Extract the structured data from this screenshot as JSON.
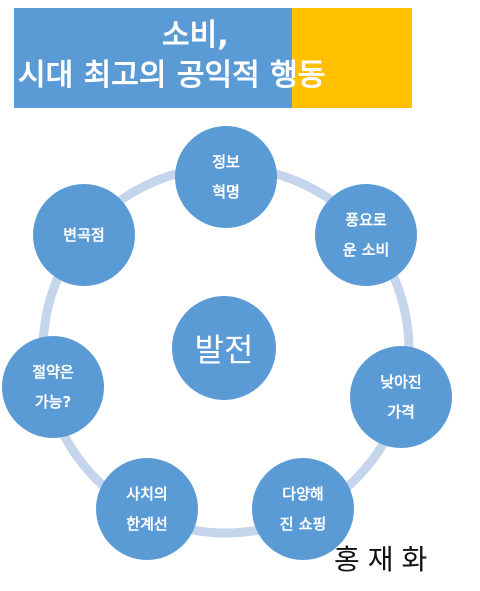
{
  "title": {
    "line1": "소비,",
    "line2": "시대 최고의 공익적 행동"
  },
  "center": {
    "label": "발전"
  },
  "nodes": [
    {
      "line1": "정보",
      "line2": "혁명"
    },
    {
      "line1": "풍요로",
      "line2": "운 소비"
    },
    {
      "line1": "낮아진",
      "line2": "가격"
    },
    {
      "line1": "다양해",
      "line2": "진 쇼핑"
    },
    {
      "line1": "사치의",
      "line2": "한계선"
    },
    {
      "line1": "절약은",
      "line2": "가능?"
    },
    {
      "line1": "변곡점",
      "line2": ""
    }
  ],
  "author": "홍재화",
  "colors": {
    "banner_blue": "#5b9bd5",
    "banner_yellow": "#ffc000",
    "node_fill": "#5b9bd5",
    "ring": "#c5d5eb"
  }
}
